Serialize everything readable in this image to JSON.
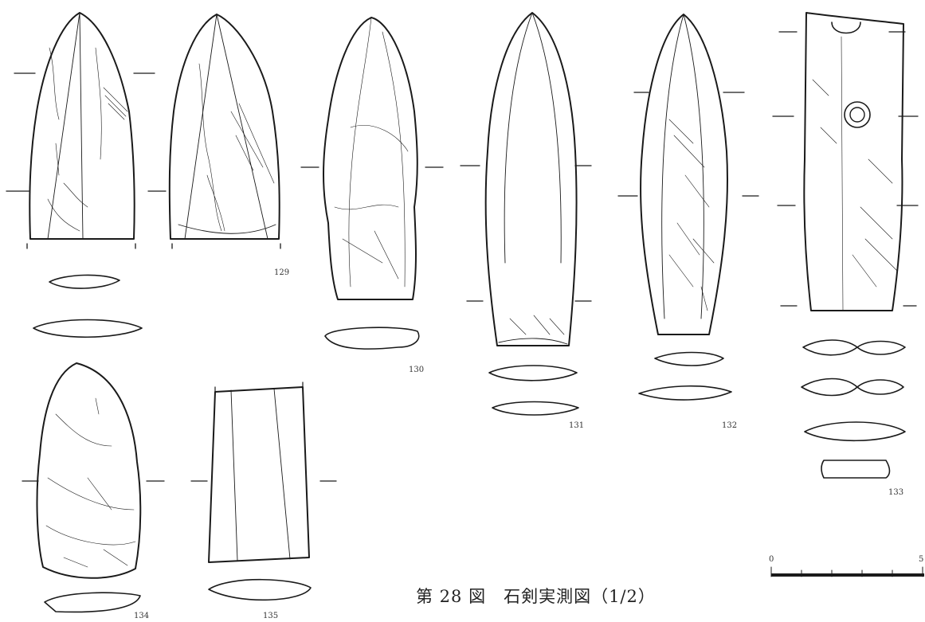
{
  "figure": {
    "caption": "第 28 図　石剣実測図（1/2）",
    "artifacts": [
      {
        "id": "129",
        "label": "129"
      },
      {
        "id": "130",
        "label": "130"
      },
      {
        "id": "131",
        "label": "131"
      },
      {
        "id": "132",
        "label": "132"
      },
      {
        "id": "133",
        "label": "133"
      },
      {
        "id": "134",
        "label": "134"
      },
      {
        "id": "135",
        "label": "135"
      }
    ],
    "scale_bar": {
      "start_label": "0",
      "end_label": "5"
    }
  }
}
